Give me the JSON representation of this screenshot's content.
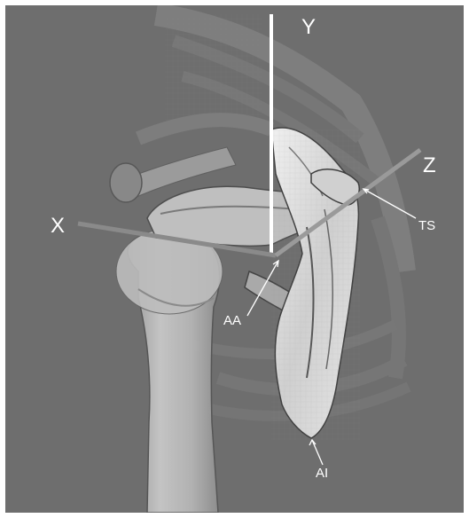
{
  "figure": {
    "axes": [
      {
        "id": "x",
        "label": "X"
      },
      {
        "id": "y",
        "label": "Y"
      },
      {
        "id": "z",
        "label": "Z"
      }
    ],
    "landmarks": [
      {
        "id": "ts",
        "label": "TS"
      },
      {
        "id": "aa",
        "label": "AA"
      },
      {
        "id": "ai",
        "label": "AI"
      }
    ],
    "colors": {
      "background": "#6e6e6e",
      "y_axis": "#ffffff",
      "x_axis": "#8a8a8a",
      "z_axis": "#9a9a9a",
      "bone": "#d8d8d8",
      "label": "#ffffff"
    }
  }
}
